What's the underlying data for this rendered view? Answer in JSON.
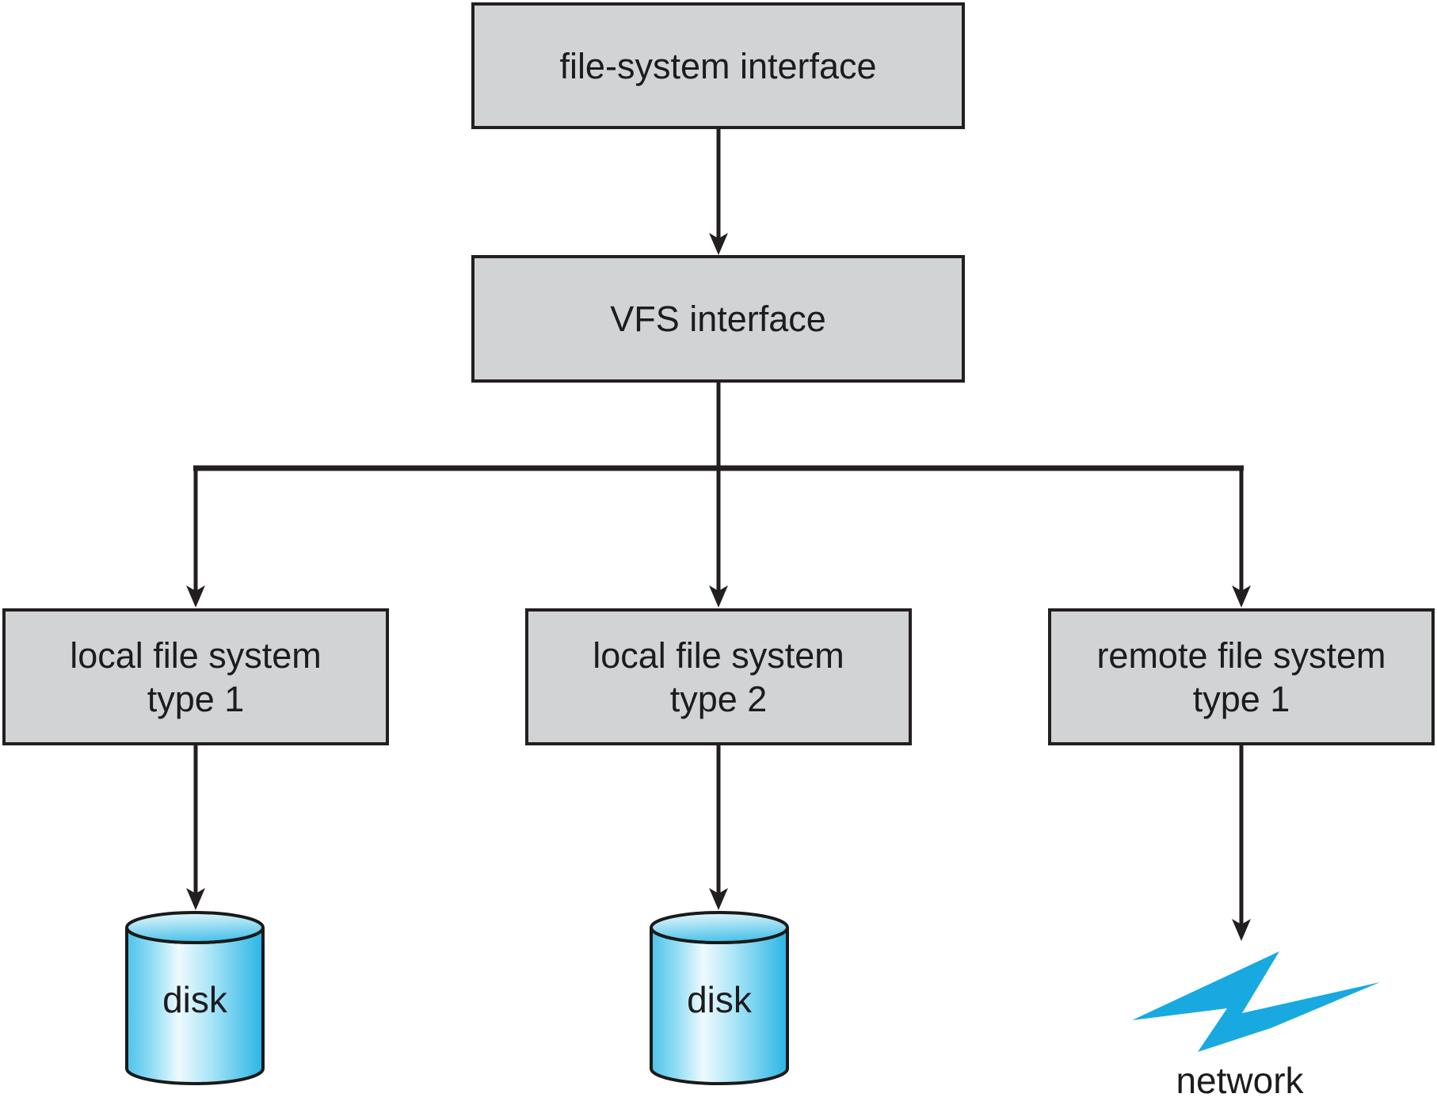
{
  "nodes": {
    "fs_interface": {
      "label": "file-system interface"
    },
    "vfs_interface": {
      "label": "VFS interface"
    },
    "local_fs_type1": {
      "line1": "local file system",
      "line2": "type 1"
    },
    "local_fs_type2": {
      "line1": "local file system",
      "line2": "type 2"
    },
    "remote_fs_type1": {
      "line1": "remote file system",
      "line2": "type 1"
    },
    "disk_left": {
      "label": "disk"
    },
    "disk_middle": {
      "label": "disk"
    },
    "network": {
      "label": "network"
    }
  },
  "icons": {
    "disk_left": "disk-cylinder",
    "disk_middle": "disk-cylinder",
    "network": "lightning-bolt"
  },
  "colors": {
    "box_fill": "#d2d3d5",
    "box_border": "#231f20",
    "connector": "#231f20",
    "disk_cyan": "#29b5e5",
    "network_blue": "#18a9e1"
  }
}
